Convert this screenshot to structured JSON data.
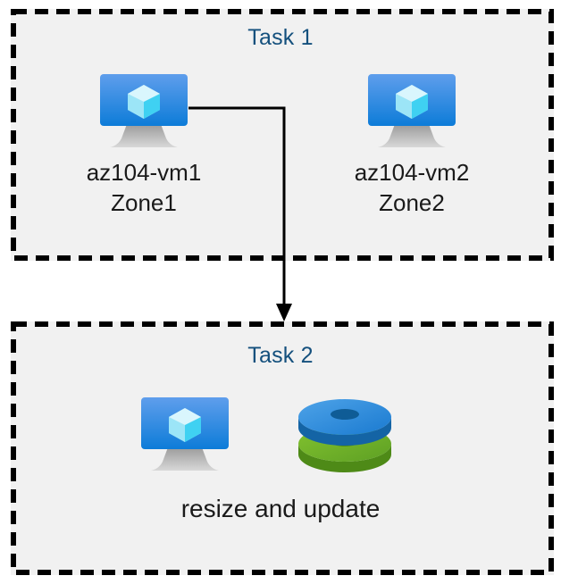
{
  "diagram": {
    "title_color": "#14507d",
    "group_fill": "#f1f1f1",
    "border_color": "#000000",
    "connector_color": "#000000"
  },
  "groups": [
    {
      "id": "task1",
      "title": "Task 1",
      "nodes": [
        {
          "id": "vm1",
          "icon": "virtual-machine-icon",
          "label_line1": "az104-vm1",
          "label_line2": "Zone1",
          "label": "az104-vm1\nZone1"
        },
        {
          "id": "vm2",
          "icon": "virtual-machine-icon",
          "label_line1": "az104-vm2",
          "label_line2": "Zone2",
          "label": "az104-vm2\nZone2"
        }
      ]
    },
    {
      "id": "task2",
      "title": "Task 2",
      "caption": "resize and update",
      "nodes": [
        {
          "id": "vm3",
          "icon": "virtual-machine-icon"
        },
        {
          "id": "disks",
          "icon": "managed-disks-icon"
        }
      ]
    }
  ],
  "connector": {
    "from": "vm1",
    "to": "task2",
    "style": "elbow-arrow"
  },
  "icon_colors": {
    "vm_screen_top": "#5b9bea",
    "vm_screen_bottom": "#0f7fdb",
    "vm_cube_light": "#d6f3fb",
    "vm_cube_mid": "#8fe3f5",
    "vm_cube_dark": "#32cdf0",
    "vm_stand": "#b3b3b3",
    "disk_blue": "#1f87de",
    "disk_blue_dark": "#1464a5",
    "disk_green": "#73b529",
    "disk_green_dark": "#4e8a17"
  }
}
